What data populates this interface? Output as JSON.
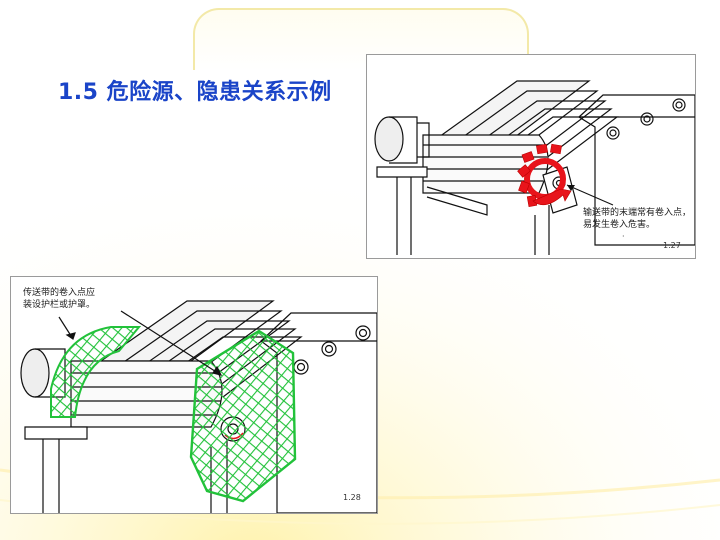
{
  "slide": {
    "title": "1.5 危险源、隐患关系示例"
  },
  "figures": [
    {
      "id": "fig-127",
      "number": "1.27",
      "caption": [
        "输送带的末端常有卷入点，",
        "易发生卷入危害。"
      ],
      "note_mark": "·",
      "hazard_color": "#e8141b"
    },
    {
      "id": "fig-128",
      "number": "1.28",
      "caption": [
        "传送带的卷入点应",
        "装设护栏或护罩。"
      ],
      "guard_color": "#22c23a"
    }
  ],
  "theme": {
    "title_color": "#1a44c8",
    "glow_color": "#fff3b0"
  }
}
